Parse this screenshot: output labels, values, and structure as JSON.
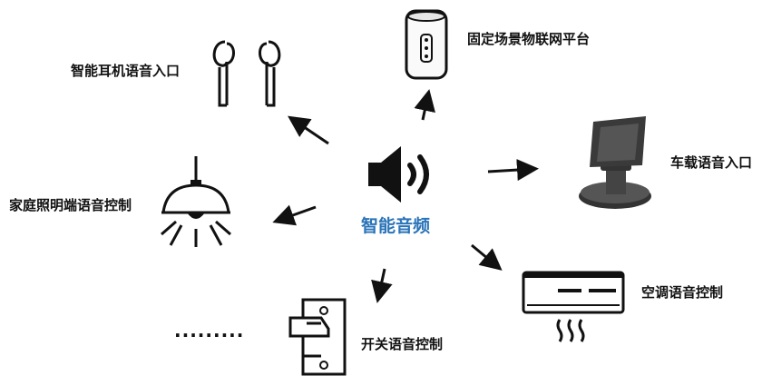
{
  "center": {
    "label": "智能音频",
    "icon": "speaker-icon",
    "label_color": "#2a74b8"
  },
  "nodes": [
    {
      "id": "earphones",
      "label": "智能耳机语音入口",
      "icon": "earphones-icon"
    },
    {
      "id": "smart-speaker",
      "label": "固定场景物联网平台",
      "icon": "smart-speaker-icon"
    },
    {
      "id": "car",
      "label": "车载语音入口",
      "icon": "car-phone-mount-icon"
    },
    {
      "id": "lamp",
      "label": "家庭照明端语音控制",
      "icon": "lamp-icon"
    },
    {
      "id": "ac",
      "label": "空调语音控制",
      "icon": "air-conditioner-icon"
    },
    {
      "id": "switch",
      "label": "开关语音控制",
      "icon": "wall-switch-icon"
    }
  ],
  "more": "........."
}
